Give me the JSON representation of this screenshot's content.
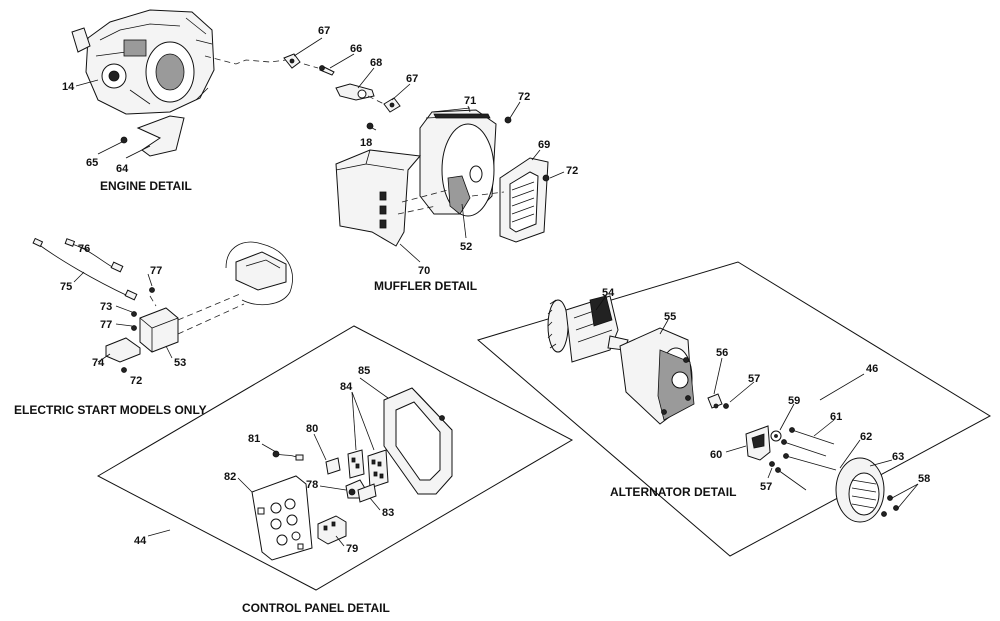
{
  "sections": {
    "engine": "ENGINE DETAIL",
    "muffler": "MUFFLER DETAIL",
    "electric_start": "ELECTRIC START MODELS ONLY",
    "control_panel": "CONTROL PANEL DETAIL",
    "alternator": "ALTERNATOR DETAIL"
  },
  "callouts": {
    "c14": "14",
    "c64": "64",
    "c65": "65",
    "c67a": "67",
    "c66": "66",
    "c68": "68",
    "c67b": "67",
    "c71": "71",
    "c72a": "72",
    "c18": "18",
    "c69": "69",
    "c72b": "72",
    "c52": "52",
    "c70": "70",
    "c76": "76",
    "c77a": "77",
    "c75": "75",
    "c73": "73",
    "c77b": "77",
    "c74": "74",
    "c72c": "72",
    "c53": "53",
    "c85": "85",
    "c84": "84",
    "c81": "81",
    "c80": "80",
    "c82": "82",
    "c78": "78",
    "c83": "83",
    "c79": "79",
    "c44": "44",
    "c54": "54",
    "c55": "55",
    "c56": "56",
    "c57a": "57",
    "c46": "46",
    "c59": "59",
    "c61": "61",
    "c62": "62",
    "c63": "63",
    "c60": "60",
    "c57b": "57",
    "c58": "58"
  }
}
